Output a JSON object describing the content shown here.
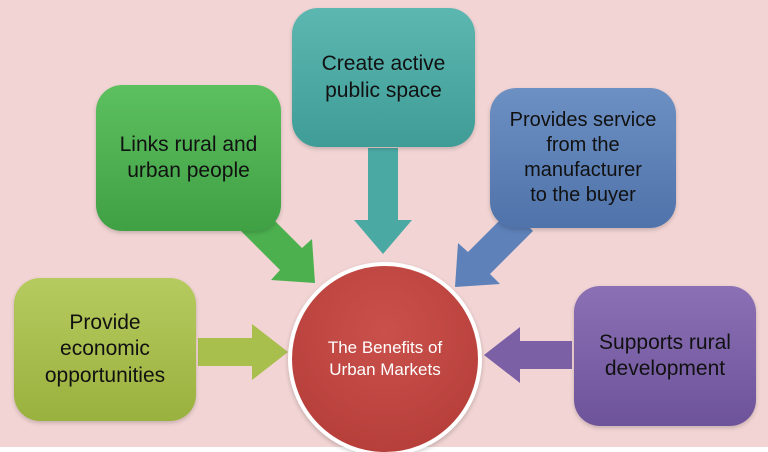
{
  "diagram": {
    "type": "hub-and-spokes",
    "background_color": "#f2d4d4",
    "text_color": "#111111",
    "center": {
      "id": "benefits-of-urban-markets",
      "label": "The Benefits of\nUrban Markets",
      "color": "#c04440",
      "text_color": "#ffffff"
    },
    "nodes": [
      {
        "id": "create-active-public-space",
        "label": "Create active\npublic space",
        "color": "#4ba9a4",
        "position": "top-center"
      },
      {
        "id": "links-rural-and-urban-people",
        "label": "Links rural and\nurban people",
        "color": "#4cb04f",
        "position": "upper-left"
      },
      {
        "id": "provides-service-to-buyer",
        "label": "Provides service\nfrom the\nmanufacturer\nto the buyer",
        "color": "#5d81b8",
        "position": "upper-right"
      },
      {
        "id": "provide-economic-opportunities",
        "label": "Provide\neconomic\nopportunities",
        "color": "#a8bf4e",
        "position": "middle-left"
      },
      {
        "id": "supports-rural-development",
        "label": "Supports rural\ndevelopment",
        "color": "#7c60a6",
        "position": "middle-right"
      }
    ]
  }
}
